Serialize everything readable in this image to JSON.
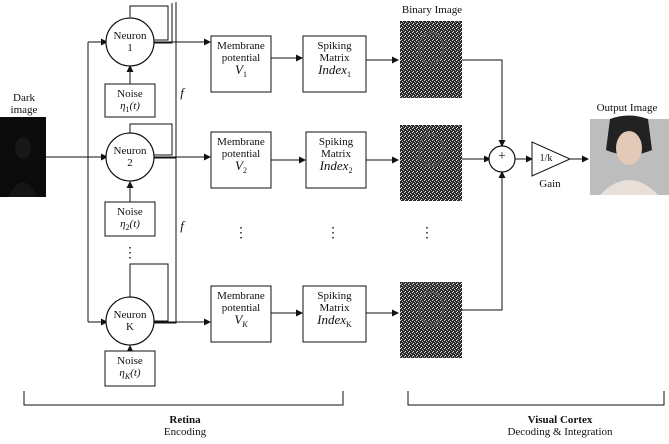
{
  "inputs": {
    "dark_image_line1": "Dark",
    "dark_image_line2": "image"
  },
  "neurons": [
    {
      "label": "Neuron",
      "index": "1"
    },
    {
      "label": "Neuron",
      "index": "2"
    },
    {
      "label": "Neuron",
      "index": "K"
    }
  ],
  "noise": [
    {
      "label": "Noise",
      "symbol": "η",
      "sub": "1",
      "arg": "(t)"
    },
    {
      "label": "Noise",
      "symbol": "η",
      "sub": "2",
      "arg": "(t)"
    },
    {
      "label": "Noise",
      "symbol": "η",
      "sub": "K",
      "arg": "(t)"
    }
  ],
  "feedback_label": "f",
  "membrane": [
    {
      "line1": "Membrane",
      "line2": "potential",
      "var": "V",
      "sub": "1"
    },
    {
      "line1": "Membrane",
      "line2": "potential",
      "var": "V",
      "sub": "2"
    },
    {
      "line1": "Membrane",
      "line2": "potential",
      "var": "V",
      "sub": "K"
    }
  ],
  "spiking": [
    {
      "line1": "Spiking",
      "line2": "Matrix",
      "var": "Index",
      "sub": "1"
    },
    {
      "line1": "Spiking",
      "line2": "Matrix",
      "var": "Index",
      "sub": "2"
    },
    {
      "line1": "Spiking",
      "line2": "Matrix",
      "var": "Index",
      "sub": "K"
    }
  ],
  "binary_image_title": "Binary Image",
  "ellipsis": "⋮",
  "sum_symbol": "+",
  "gain": {
    "value": "1/k",
    "label": "Gain"
  },
  "output_image_title": "Output Image",
  "sections": [
    {
      "title": "Retina",
      "subtitle": "Encoding"
    },
    {
      "title": "Visual Cortex",
      "subtitle": "Decoding & Integration"
    }
  ]
}
